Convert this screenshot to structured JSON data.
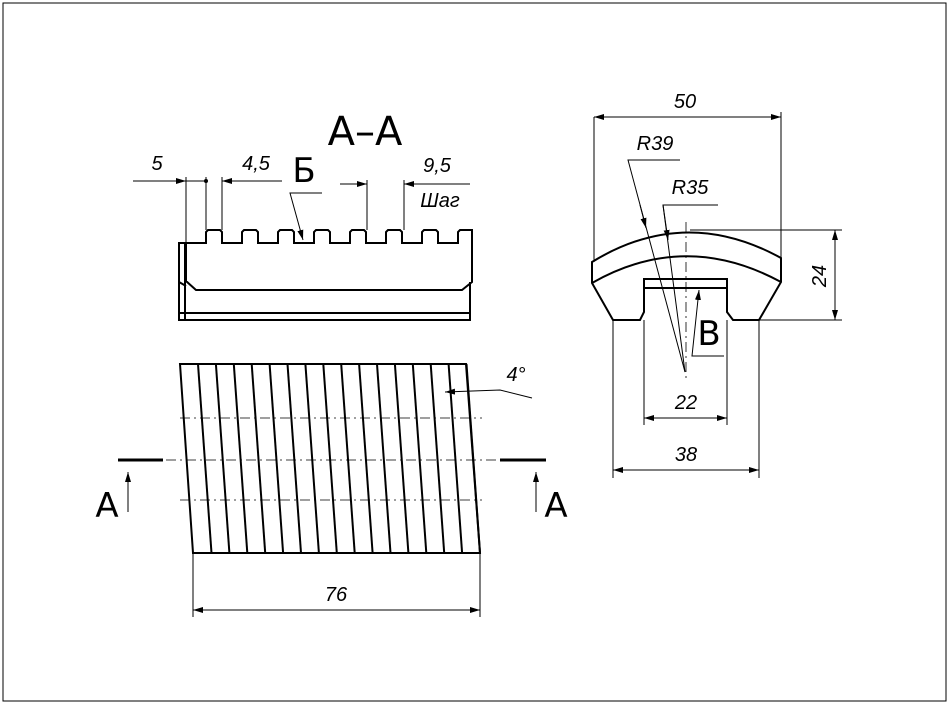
{
  "section_title": "А–А",
  "section_letter_left": "А",
  "section_letter_right": "А",
  "view_b_label": "Б",
  "view_v_label": "В",
  "dimensions": {
    "d5": "5",
    "d4_5": "4,5",
    "d9_5": "9,5",
    "pitch_label": "Шаг",
    "angle": "4°",
    "d76": "76",
    "d50": "50",
    "r39": "R39",
    "r35": "R35",
    "d24": "24",
    "d22": "22",
    "d38": "38"
  }
}
